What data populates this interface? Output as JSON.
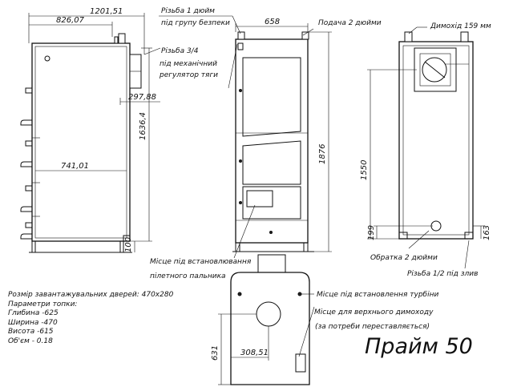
{
  "dimensions": {
    "overall_depth": "1201,51",
    "depth_826": "826,07",
    "width_658": "658",
    "height_1636": "1636,4",
    "offset_297": "297,88",
    "depth_741": "741,01",
    "base_100": "100",
    "height_1876": "1876",
    "height_1550": "1550",
    "return_199": "199",
    "drain_163": "163",
    "turbine_offset_631": "631",
    "flue_offset_308": "308,51"
  },
  "callouts": {
    "safety_thread_line1": "Різьба 1 дюйм",
    "safety_thread_line2": "під групу безпеки",
    "supply": "Подача 2 дюйми",
    "chimney": "Димохід 159 мм",
    "regulator_line1": "Різьба 3/4",
    "regulator_line2": "під механічний",
    "regulator_line3": "регулятор тяги",
    "pellet_line1": "Місце під встановлювання",
    "pellet_line2": "пілетного пальника",
    "return": "Обратка 2 дюйми",
    "drain": "Різьба 1/2 під злив",
    "turbine": "Місце під встановлення турбіни",
    "top_flue_line1": "Місце для верхнього димоходу",
    "top_flue_line2": "(за потреби переставляється)"
  },
  "specs": {
    "door_size": "Розмір завантажувальних дверей: 470х280",
    "firebox_title": "Параметри топки:",
    "depth": "Глибина -625",
    "width": "Ширина -470",
    "height": "Висота -615",
    "volume": "Об'єм - 0.18"
  },
  "model_name": "Прайм 50"
}
